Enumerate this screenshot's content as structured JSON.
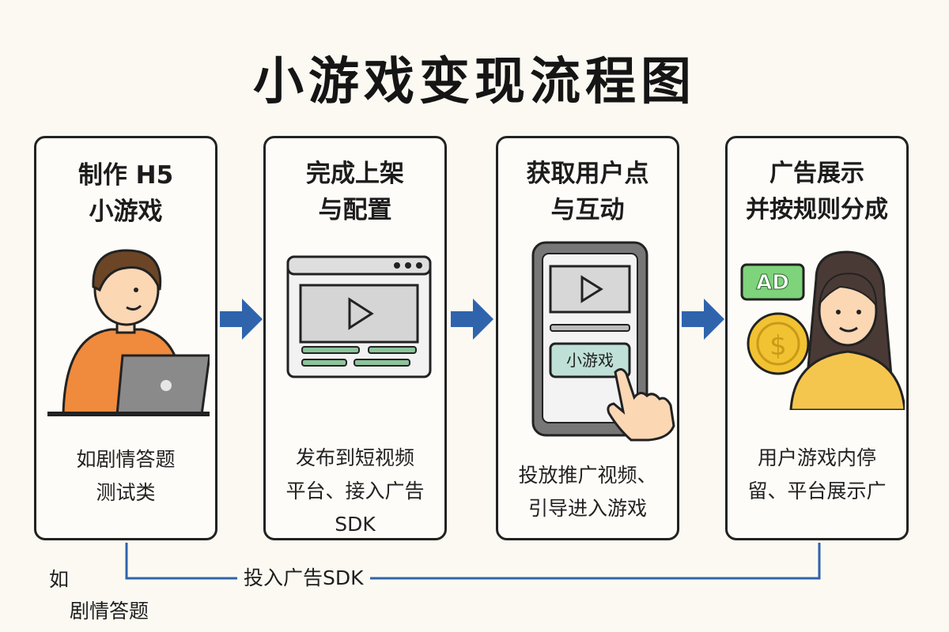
{
  "title": "小游戏变现流程图",
  "steps": [
    {
      "title_line1": "制作 H5",
      "title_line2": "小游戏",
      "desc_line1": "如剧情答题",
      "desc_line2": "测试类",
      "desc_line3": ""
    },
    {
      "title_line1": "完成上架",
      "title_line2": "与配置",
      "desc_line1": "发布到短视频",
      "desc_line2": "平台、接入广告",
      "desc_line3": "SDK"
    },
    {
      "title_line1": "获取用户点",
      "title_line2": "与互动",
      "desc_line1": "投放推广视频、",
      "desc_line2": "引导进入游戏",
      "desc_line3": ""
    },
    {
      "title_line1": "广告展示",
      "title_line2": "并按规则分成",
      "desc_line1": "用户游戏内停",
      "desc_line2": "留、平台展示广",
      "desc_line3": ""
    }
  ],
  "phone_button_label": "小游戏",
  "ad_badge_label": "AD",
  "coin_symbol": "$",
  "bottom_connector_label": "投入广告SDK",
  "side_note": {
    "line1": "如",
    "line2": "剧情答题"
  },
  "colors": {
    "arrow": "#2f64ad",
    "connector": "#2f64ad",
    "ad_badge": "#7ed37b",
    "coin": "#f1c232",
    "button_fill": "#bfe0d6"
  }
}
